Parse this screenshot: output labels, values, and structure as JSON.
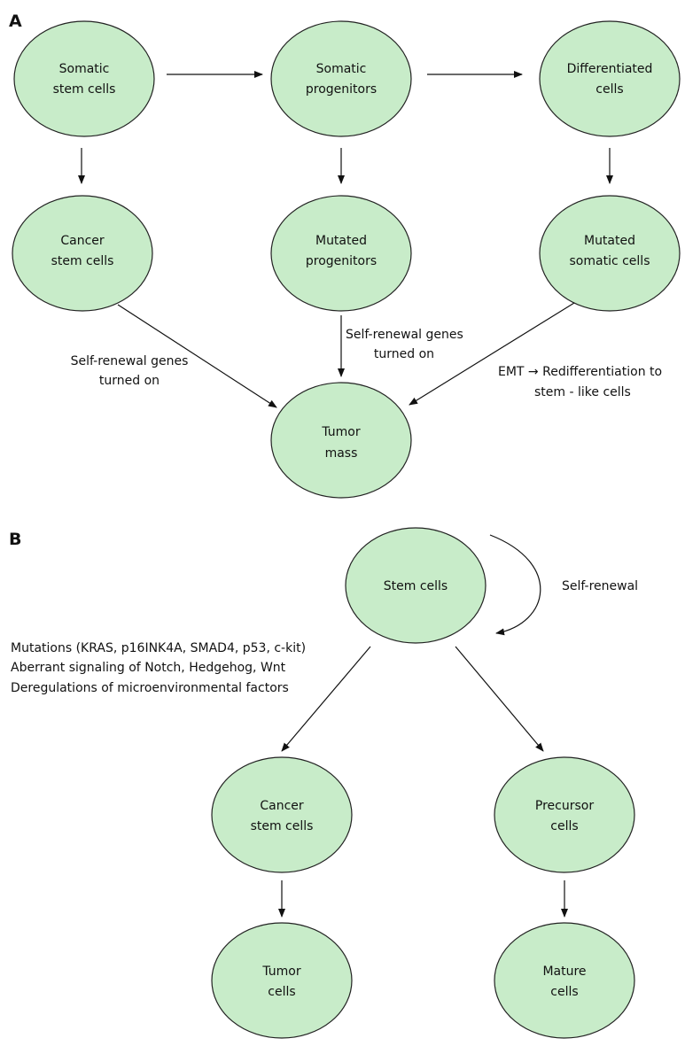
{
  "panels": {
    "a": {
      "label": "A",
      "nodes": {
        "somatic_stem": [
          "Somatic",
          "stem cells"
        ],
        "somatic_progenitors": [
          "Somatic",
          "progenitors"
        ],
        "differentiated": [
          "Differentiated",
          "cells"
        ],
        "cancer_stem": [
          "Cancer",
          "stem cells"
        ],
        "mutated_progenitors": [
          "Mutated",
          "progenitors"
        ],
        "mutated_somatic": [
          "Mutated",
          "somatic cells"
        ],
        "tumor_mass": [
          "Tumor",
          "mass"
        ]
      },
      "edge_labels": {
        "left": [
          "Self-renewal genes",
          "turned on"
        ],
        "center": [
          "Self-renewal genes",
          "turned on"
        ],
        "right": [
          "EMT → Redifferentiation to",
          "stem - like cells"
        ]
      }
    },
    "b": {
      "label": "B",
      "nodes": {
        "stem_cells": [
          "Stem cells"
        ],
        "cancer_stem": [
          "Cancer",
          "stem cells"
        ],
        "precursor": [
          "Precursor",
          "cells"
        ],
        "tumor_cells": [
          "Tumor",
          "cells"
        ],
        "mature_cells": [
          "Mature",
          "cells"
        ]
      },
      "self_renewal_label": "Self-renewal",
      "factors": [
        "Mutations (KRAS, p16INK4A, SMAD4, p53, c-kit)",
        "Aberrant signaling of Notch, Hedgehog, Wnt",
        "Deregulations of microenvironmental factors"
      ]
    }
  }
}
